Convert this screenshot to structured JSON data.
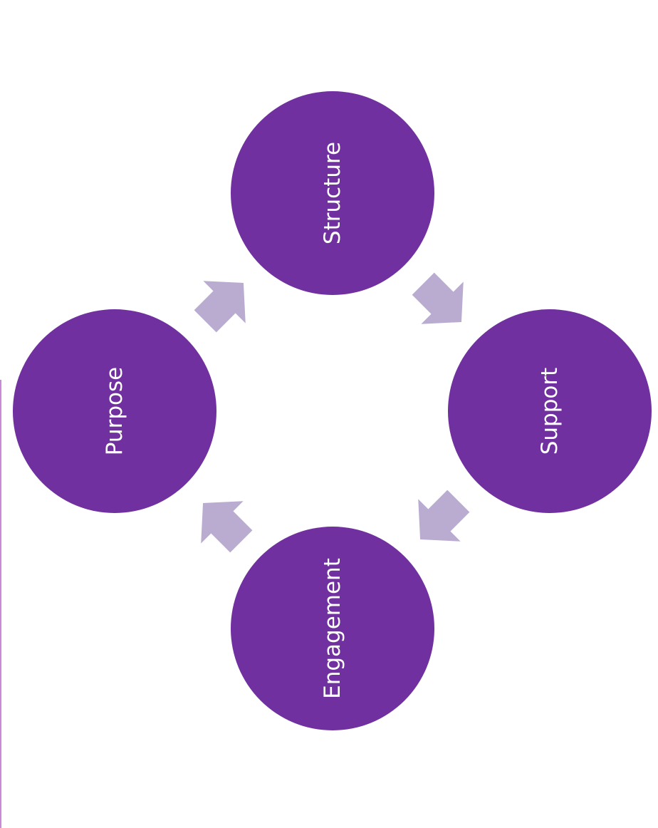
{
  "diagram": {
    "nodes": [
      {
        "id": "structure",
        "label": "Structure"
      },
      {
        "id": "support",
        "label": "Support"
      },
      {
        "id": "engagement",
        "label": "Engagement"
      },
      {
        "id": "purpose",
        "label": "Purpose"
      }
    ],
    "arrows": [
      {
        "from": "structure",
        "to": "support"
      },
      {
        "from": "support",
        "to": "engagement"
      },
      {
        "from": "engagement",
        "to": "purpose"
      },
      {
        "from": "purpose",
        "to": "structure"
      }
    ],
    "colors": {
      "node_fill": "#70309f",
      "node_text": "#ffffff",
      "arrow_fill": "#b9acd0",
      "edge_line": "#c98ad8"
    }
  }
}
